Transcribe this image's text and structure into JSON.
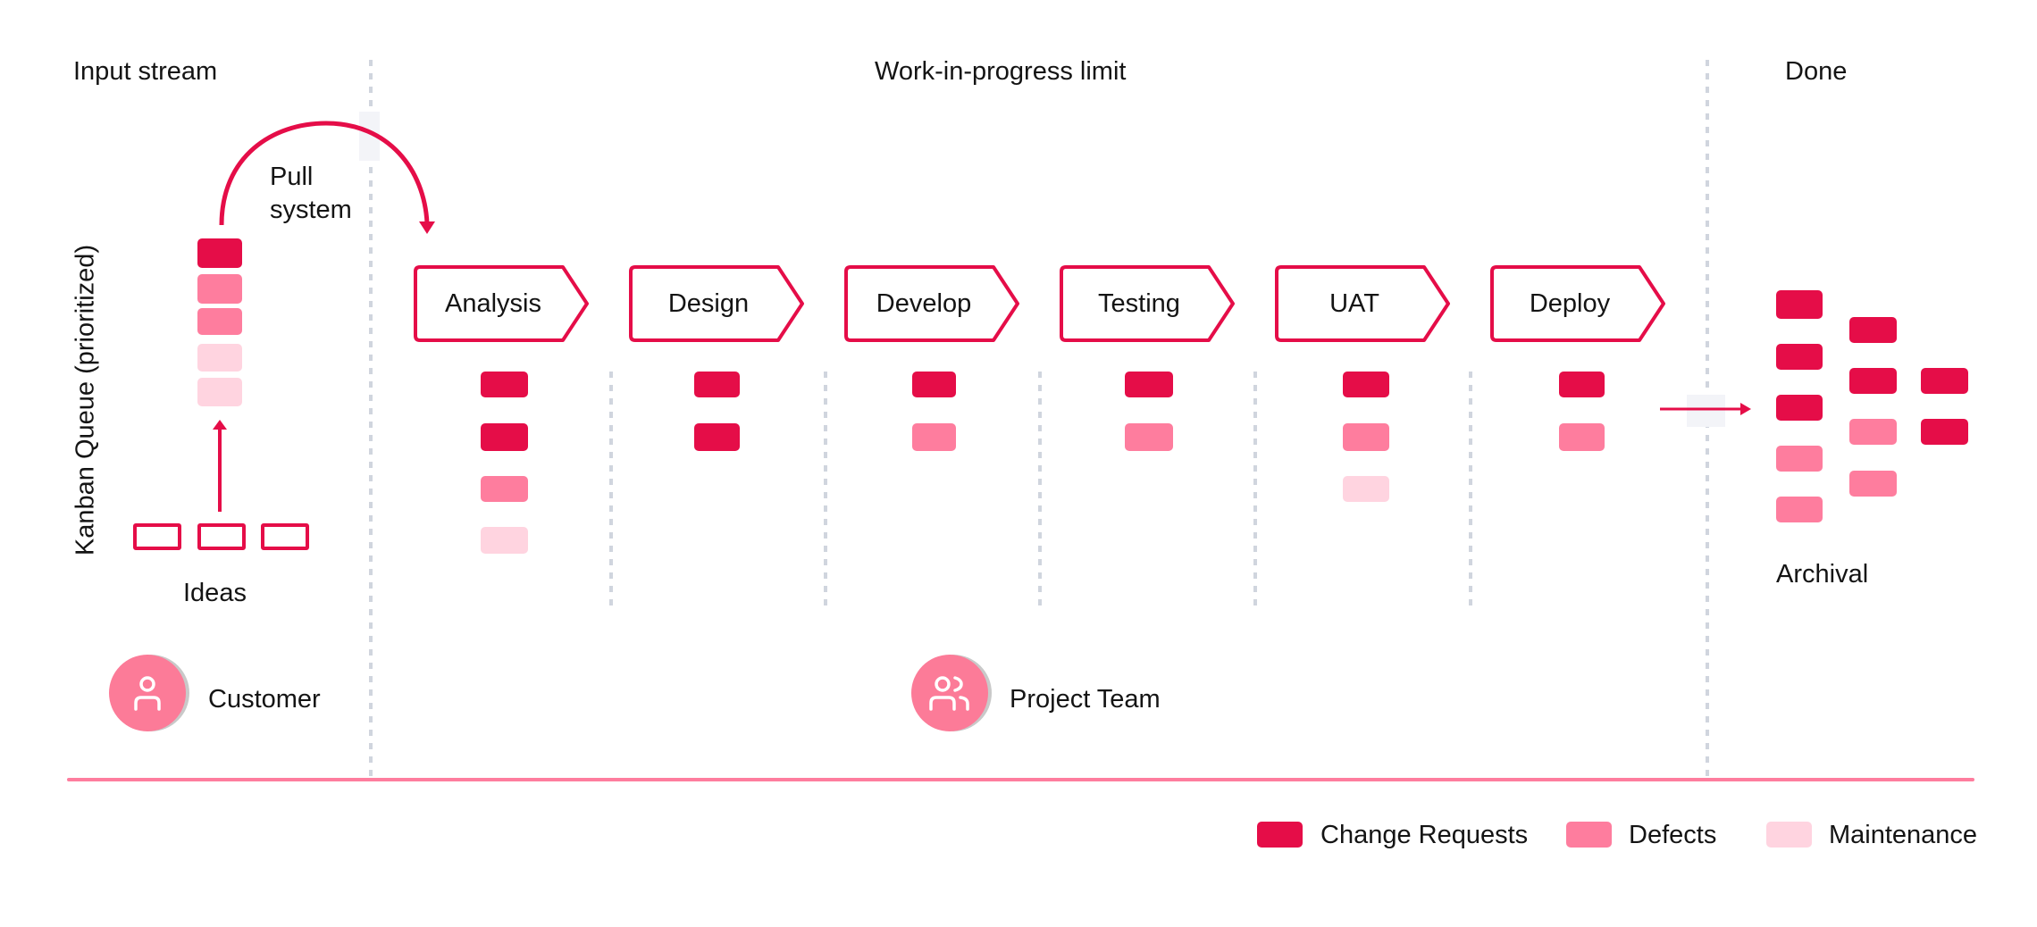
{
  "sections": {
    "input_stream": "Input stream",
    "wip_limit": "Work-in-progress limit",
    "done": "Done"
  },
  "queue": {
    "label": "Kanban Queue (prioritized)",
    "items": [
      "change-request",
      "defect",
      "defect",
      "maintenance",
      "maintenance"
    ],
    "ideas_label": "Ideas",
    "ideas_count": 3
  },
  "pull_system": {
    "line1": "Pull",
    "line2": "system"
  },
  "stages": [
    {
      "label": "Analysis",
      "items": [
        "change-request",
        "change-request",
        "defect",
        "maintenance"
      ]
    },
    {
      "label": "Design",
      "items": [
        "change-request",
        "change-request"
      ]
    },
    {
      "label": "Develop",
      "items": [
        "change-request",
        "defect"
      ]
    },
    {
      "label": "Testing",
      "items": [
        "change-request",
        "defect"
      ]
    },
    {
      "label": "UAT",
      "items": [
        "change-request",
        "defect",
        "maintenance"
      ]
    },
    {
      "label": "Deploy",
      "items": [
        "change-request",
        "defect"
      ]
    }
  ],
  "done": {
    "label": "Archival",
    "columns": [
      [
        "change-request",
        "change-request",
        "change-request",
        "defect",
        "defect"
      ],
      [
        "change-request",
        "change-request",
        "defect",
        "defect"
      ],
      [
        "change-request",
        "change-request"
      ]
    ]
  },
  "roles": {
    "customer": {
      "label": "Customer",
      "icon": "user-icon"
    },
    "project_team": {
      "label": "Project Team",
      "icon": "users-icon"
    }
  },
  "legend": [
    {
      "key": "change-request",
      "label": "Change Requests",
      "color": "#e50d48"
    },
    {
      "key": "defect",
      "label": "Defects",
      "color": "#fe7d9e"
    },
    {
      "key": "maintenance",
      "label": "Maintenance",
      "color": "#ffd4e0"
    }
  ],
  "colors": {
    "accent": "#e50d48",
    "defect": "#fe7d9e",
    "maintenance": "#ffd4e0",
    "separator": "#d0d5de",
    "baseline": "#fe7d9e",
    "role_circle": "#fc7b98"
  }
}
